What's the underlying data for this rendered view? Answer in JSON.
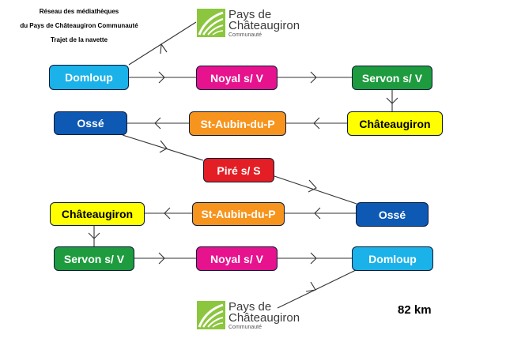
{
  "header": {
    "line1": "Réseau des médiathèques",
    "line2": "du Pays de Châteaugiron Communauté",
    "line3": "Trajet de la navette"
  },
  "logo": {
    "line1": "Pays de",
    "line2": "Châteaugiron",
    "line3": "Communauté",
    "icon": "leaf-square-logo"
  },
  "nodes": {
    "domloup_1": "Domloup",
    "noyal_1": "Noyal s/ V",
    "servon_1": "Servon s/ V",
    "chateaugiron_1": "Châteaugiron",
    "staubin_1": "St-Aubin-du-P",
    "osse_1": "Ossé",
    "pire": "Piré s/ S",
    "osse_2": "Ossé",
    "staubin_2": "St-Aubin-du-P",
    "chateaugiron_2": "Châteaugiron",
    "servon_2": "Servon s/ V",
    "noyal_2": "Noyal s/ V",
    "domloup_2": "Domloup"
  },
  "colors": {
    "domloup": "#1ab2e8",
    "noyal": "#e6128e",
    "servon": "#1e9b3e",
    "chateaugiron": "#ffff00",
    "staubin": "#f7941d",
    "osse": "#0d59b3",
    "pire": "#e31e24",
    "logo_green": "#8cc63f"
  },
  "distance": "82 km"
}
